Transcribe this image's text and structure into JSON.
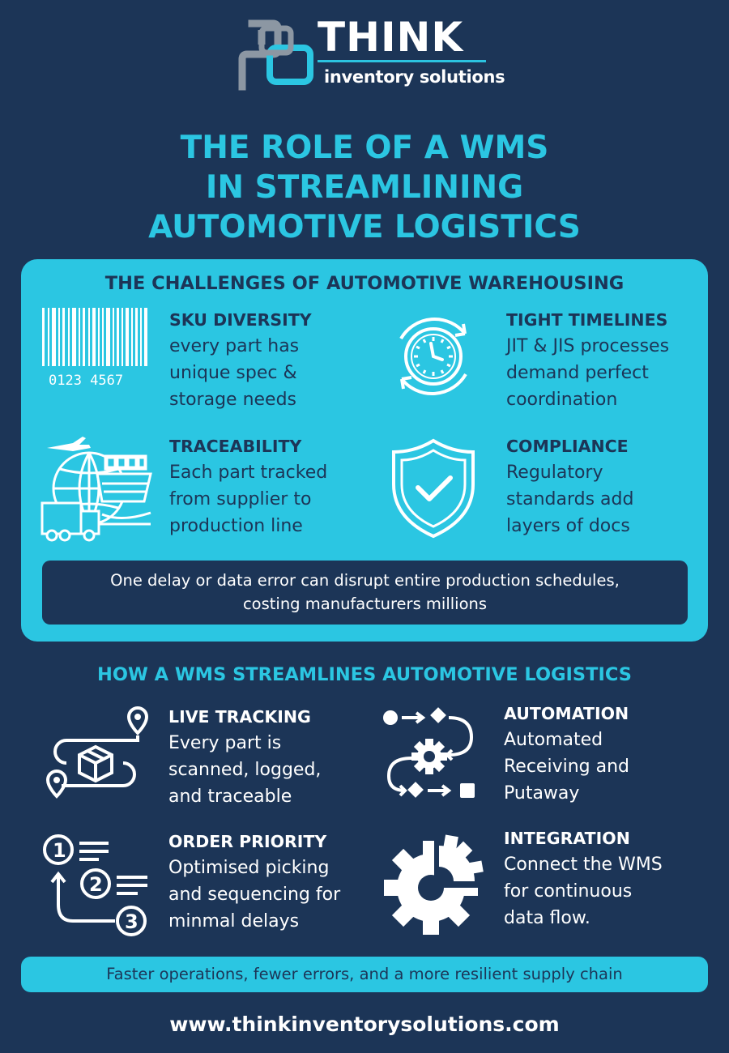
{
  "brand": {
    "name": "THINK",
    "tagline": "inventory solutions"
  },
  "title": {
    "line1": "THE ROLE OF A WMS",
    "line2": "IN STREAMLINING",
    "line3": "AUTOMOTIVE LOGISTICS"
  },
  "challenges": {
    "heading": "THE CHALLENGES OF AUTOMOTIVE WAREHOUSING",
    "items": [
      {
        "title": "SKU DIVERSITY",
        "text": "every part has\nunique spec &\nstorage needs",
        "icon": "barcode-icon",
        "barcode_text": "0123  4567"
      },
      {
        "title": "TIGHT TIMELINES",
        "text": "JIT & JIS processes\ndemand perfect\ncoordination",
        "icon": "clock-icon"
      },
      {
        "title": "TRACEABILITY",
        "text": "Each part tracked\nfrom supplier to\nproduction line",
        "icon": "global-shipping-icon"
      },
      {
        "title": "COMPLIANCE",
        "text": "Regulatory\nstandards add\nlayers of docs",
        "icon": "shield-check-icon"
      }
    ],
    "note": "One delay or data error can disrupt entire production schedules,\ncosting manufacturers millions"
  },
  "streamlines": {
    "heading": "HOW A WMS STREAMLINES AUTOMOTIVE LOGISTICS",
    "items": [
      {
        "title": "LIVE TRACKING",
        "text": "Every part is\nscanned, logged,\nand traceable",
        "icon": "package-route-icon"
      },
      {
        "title": "AUTOMATION",
        "text": "Automated\nReceiving and\nPutaway",
        "icon": "workflow-gear-icon"
      },
      {
        "title": "ORDER PRIORITY",
        "text": "Optimised picking\nand sequencing for\nminmal delays",
        "icon": "numbered-steps-icon"
      },
      {
        "title": "INTEGRATION",
        "text": "Connect the WMS\nfor continuous\ndata flow.",
        "icon": "split-gear-icon"
      }
    ],
    "summary": "Faster operations, fewer errors, and a more resilient supply chain"
  },
  "footer": {
    "website": "www.thinkinventorysolutions.com"
  },
  "colors": {
    "background": "#1c3557",
    "accent": "#2bc6e2",
    "text_light": "#ffffff"
  }
}
